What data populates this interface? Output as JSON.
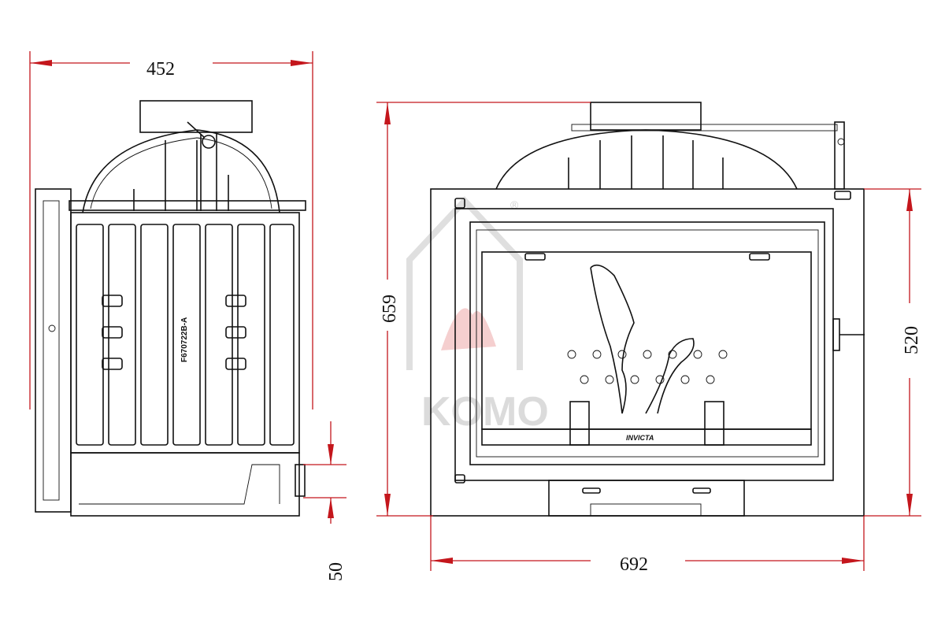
{
  "dimensions": {
    "side_width": "452",
    "overall_height": "659",
    "frame_height": "520",
    "frame_width": "692",
    "bottom_offset": "50"
  },
  "labels": {
    "part_number": "F670722B-A",
    "brand_plate": "INVICTA",
    "watermark": "KOMO",
    "registered_mark": "®"
  },
  "colors": {
    "dimension_line": "#c4161c",
    "drawing_line": "#111111",
    "watermark": "#d8d8d8"
  }
}
